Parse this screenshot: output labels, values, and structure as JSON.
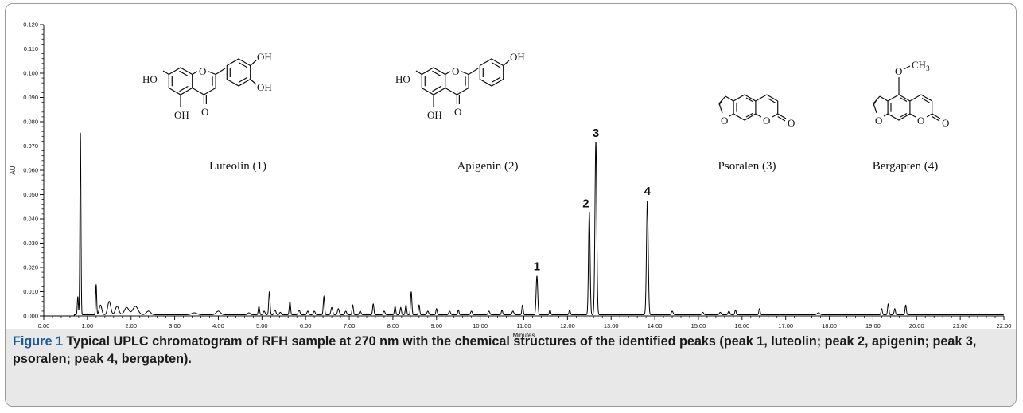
{
  "figure": {
    "label": "Figure 1",
    "caption": "Typical UPLC chromatogram of RFH sample at 270 nm with the chemical structures of the identified peaks (peak 1, luteolin; peak 2, apigenin; peak 3, psoralen; peak 4, bergapten)."
  },
  "chart_data": {
    "type": "line",
    "xlabel": "Minutes",
    "ylabel": "AU",
    "xlim": [
      0,
      22
    ],
    "ylim": [
      0,
      0.12
    ],
    "x_ticks": [
      "0.00",
      "1.00",
      "2.00",
      "3.00",
      "4.00",
      "5.00",
      "6.00",
      "7.00",
      "8.00",
      "9.00",
      "10.00",
      "11.00",
      "12.00",
      "13.00",
      "14.00",
      "15.00",
      "16.00",
      "17.00",
      "18.00",
      "19.00",
      "20.00",
      "21.00",
      "22.00"
    ],
    "x_minor_ticks": [
      0.2,
      0.4,
      0.6,
      0.8,
      1.2,
      1.4,
      1.6,
      1.8,
      2.2,
      2.4,
      2.6,
      2.8,
      3.2,
      3.4,
      3.6,
      3.8,
      4.2,
      4.4,
      4.6,
      4.8,
      5.2,
      5.4,
      5.6,
      5.8,
      6.2,
      6.4,
      6.6,
      6.8,
      7.2,
      7.4,
      7.6,
      7.8,
      8.2,
      8.4,
      8.6,
      8.8,
      9.2,
      9.4,
      9.6,
      9.8,
      10.2,
      10.4,
      10.6,
      10.8,
      11.2,
      11.4,
      11.6,
      11.8,
      12.2,
      12.4,
      12.6,
      12.8,
      13.2,
      13.4,
      13.6,
      13.8,
      14.2,
      14.4,
      14.6,
      14.8,
      15.2,
      15.4,
      15.6,
      15.8,
      16.2,
      16.4,
      16.6,
      16.8,
      17.2,
      17.4,
      17.6,
      17.8,
      18.2,
      18.4,
      18.6,
      18.8,
      19.2,
      19.4,
      19.6,
      19.8,
      20.2,
      20.4,
      20.6,
      20.8,
      21.2,
      21.4,
      21.6,
      21.8
    ],
    "y_ticks": [
      "0.000",
      "0.010",
      "0.020",
      "0.030",
      "0.040",
      "0.050",
      "0.060",
      "0.070",
      "0.080",
      "0.090",
      "0.100",
      "0.110",
      "0.120"
    ],
    "y_minor_ticks": [
      0.002,
      0.004,
      0.006,
      0.008,
      0.012,
      0.014,
      0.016,
      0.018,
      0.022,
      0.024,
      0.026,
      0.028,
      0.032,
      0.034,
      0.036,
      0.038,
      0.042,
      0.044,
      0.046,
      0.048,
      0.052,
      0.054,
      0.056,
      0.058,
      0.062,
      0.064,
      0.066,
      0.068,
      0.072,
      0.074,
      0.076,
      0.078,
      0.082,
      0.084,
      0.086,
      0.088,
      0.092,
      0.094,
      0.096,
      0.098,
      0.102,
      0.104,
      0.106,
      0.108,
      0.112,
      0.114,
      0.116,
      0.118
    ],
    "baseline": 0.0005,
    "peaks": [
      {
        "x": 0.78,
        "y": 0.0075,
        "w": 0.012
      },
      {
        "x": 0.84,
        "y": 0.075,
        "w": 0.012
      },
      {
        "x": 1.2,
        "y": 0.0125,
        "w": 0.012
      },
      {
        "x": 1.3,
        "y": 0.004,
        "w": 0.03
      },
      {
        "x": 1.5,
        "y": 0.0055,
        "w": 0.035
      },
      {
        "x": 1.68,
        "y": 0.0035,
        "w": 0.04
      },
      {
        "x": 1.9,
        "y": 0.003,
        "w": 0.05
      },
      {
        "x": 2.1,
        "y": 0.0035,
        "w": 0.06
      },
      {
        "x": 2.4,
        "y": 0.0015,
        "w": 0.05
      },
      {
        "x": 3.45,
        "y": 0.0008,
        "w": 0.06
      },
      {
        "x": 4.0,
        "y": 0.0015,
        "w": 0.05
      },
      {
        "x": 4.7,
        "y": 0.0008,
        "w": 0.03
      },
      {
        "x": 4.93,
        "y": 0.0035,
        "w": 0.015
      },
      {
        "x": 5.05,
        "y": 0.0015,
        "w": 0.02
      },
      {
        "x": 5.17,
        "y": 0.0095,
        "w": 0.015
      },
      {
        "x": 5.3,
        "y": 0.002,
        "w": 0.02
      },
      {
        "x": 5.42,
        "y": 0.001,
        "w": 0.02
      },
      {
        "x": 5.64,
        "y": 0.0055,
        "w": 0.015
      },
      {
        "x": 5.85,
        "y": 0.002,
        "w": 0.02
      },
      {
        "x": 6.05,
        "y": 0.0015,
        "w": 0.02
      },
      {
        "x": 6.2,
        "y": 0.0015,
        "w": 0.02
      },
      {
        "x": 6.42,
        "y": 0.0075,
        "w": 0.015
      },
      {
        "x": 6.6,
        "y": 0.003,
        "w": 0.02
      },
      {
        "x": 6.75,
        "y": 0.0025,
        "w": 0.02
      },
      {
        "x": 6.92,
        "y": 0.0015,
        "w": 0.02
      },
      {
        "x": 7.08,
        "y": 0.004,
        "w": 0.015
      },
      {
        "x": 7.25,
        "y": 0.0015,
        "w": 0.02
      },
      {
        "x": 7.55,
        "y": 0.0045,
        "w": 0.015
      },
      {
        "x": 7.8,
        "y": 0.0015,
        "w": 0.02
      },
      {
        "x": 8.05,
        "y": 0.0035,
        "w": 0.015
      },
      {
        "x": 8.18,
        "y": 0.003,
        "w": 0.015
      },
      {
        "x": 8.3,
        "y": 0.004,
        "w": 0.015
      },
      {
        "x": 8.42,
        "y": 0.0095,
        "w": 0.015
      },
      {
        "x": 8.6,
        "y": 0.004,
        "w": 0.015
      },
      {
        "x": 8.8,
        "y": 0.0015,
        "w": 0.02
      },
      {
        "x": 9.0,
        "y": 0.0025,
        "w": 0.015
      },
      {
        "x": 9.3,
        "y": 0.0015,
        "w": 0.02
      },
      {
        "x": 9.5,
        "y": 0.002,
        "w": 0.015
      },
      {
        "x": 9.8,
        "y": 0.0015,
        "w": 0.02
      },
      {
        "x": 10.2,
        "y": 0.0015,
        "w": 0.02
      },
      {
        "x": 10.5,
        "y": 0.002,
        "w": 0.015
      },
      {
        "x": 10.75,
        "y": 0.0015,
        "w": 0.02
      },
      {
        "x": 10.97,
        "y": 0.004,
        "w": 0.015
      },
      {
        "x": 11.3,
        "y": 0.016,
        "w": 0.018
      },
      {
        "x": 11.6,
        "y": 0.002,
        "w": 0.015
      },
      {
        "x": 12.05,
        "y": 0.002,
        "w": 0.015
      },
      {
        "x": 12.5,
        "y": 0.0425,
        "w": 0.018
      },
      {
        "x": 12.65,
        "y": 0.0715,
        "w": 0.02
      },
      {
        "x": 13.83,
        "y": 0.047,
        "w": 0.02
      },
      {
        "x": 14.4,
        "y": 0.0015,
        "w": 0.02
      },
      {
        "x": 15.1,
        "y": 0.001,
        "w": 0.02
      },
      {
        "x": 15.5,
        "y": 0.001,
        "w": 0.02
      },
      {
        "x": 15.7,
        "y": 0.0015,
        "w": 0.02
      },
      {
        "x": 15.85,
        "y": 0.002,
        "w": 0.015
      },
      {
        "x": 16.4,
        "y": 0.0025,
        "w": 0.015
      },
      {
        "x": 17.75,
        "y": 0.0008,
        "w": 0.03
      },
      {
        "x": 19.2,
        "y": 0.0025,
        "w": 0.015
      },
      {
        "x": 19.35,
        "y": 0.0045,
        "w": 0.015
      },
      {
        "x": 19.5,
        "y": 0.0025,
        "w": 0.015
      },
      {
        "x": 19.75,
        "y": 0.004,
        "w": 0.015
      }
    ],
    "peak_labels": [
      {
        "text": "1",
        "x": 11.3,
        "y": 0.0175
      },
      {
        "text": "2",
        "x": 12.42,
        "y": 0.0435
      },
      {
        "text": "3",
        "x": 12.65,
        "y": 0.0725
      },
      {
        "text": "4",
        "x": 13.83,
        "y": 0.0485
      }
    ]
  },
  "structures": [
    {
      "name": "Luteolin (1)",
      "atoms": {
        "ho_left": "HO",
        "oh_top_right": "OH",
        "oh_right": "OH",
        "oh_bottom": "OH",
        "ring_o": "O",
        "keto_o": "O"
      }
    },
    {
      "name": "Apigenin (2)",
      "atoms": {
        "ho_left": "HO",
        "oh_top_right": "OH",
        "oh_bottom": "OH",
        "ring_o": "O",
        "keto_o": "O"
      }
    },
    {
      "name": "Psoralen (3)",
      "atoms": {
        "furan_o": "O",
        "pyran_o": "O",
        "keto_o": "O"
      }
    },
    {
      "name": "Bergapten (4)",
      "atoms": {
        "methoxy_o": "O",
        "methyl": "CH",
        "methyl_sub": "3",
        "furan_o": "O",
        "pyran_o": "O",
        "keto_o": "O"
      }
    }
  ]
}
